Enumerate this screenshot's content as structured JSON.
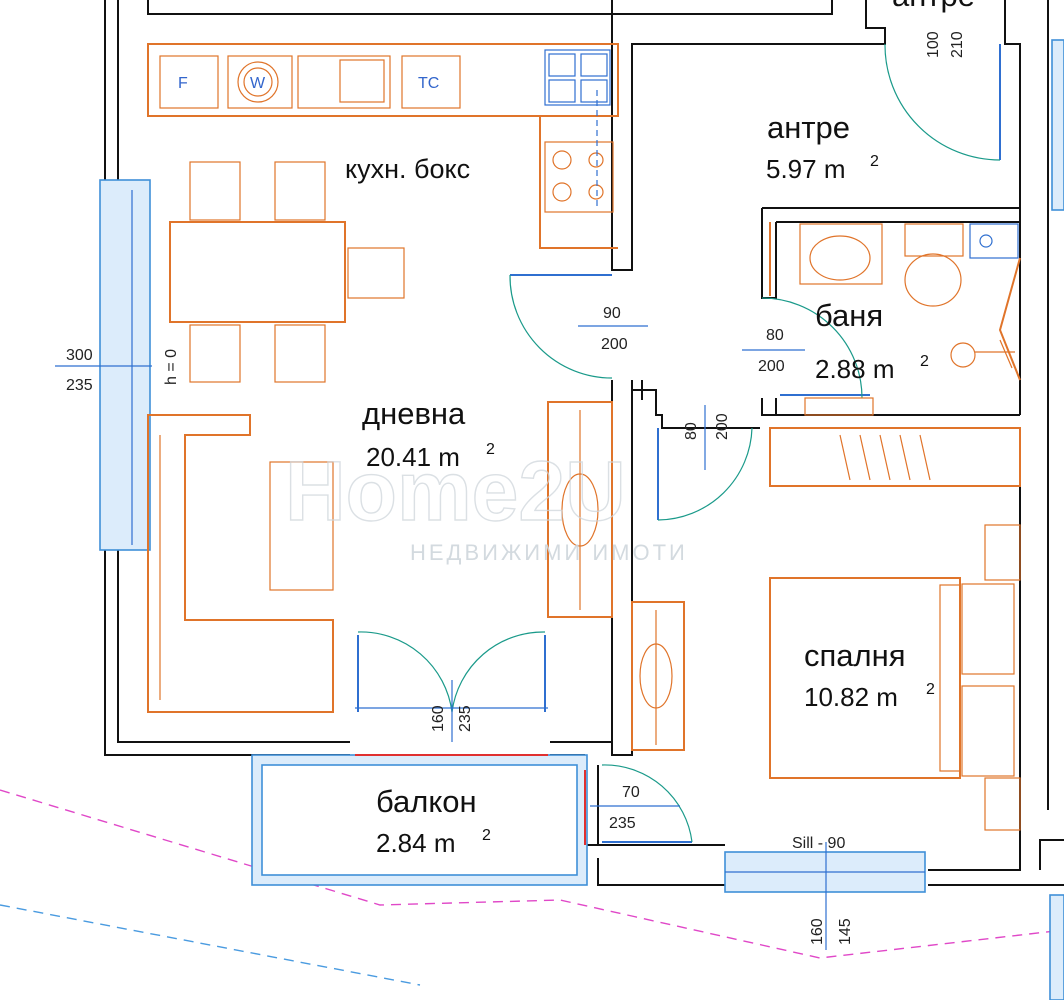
{
  "rooms": {
    "antre": {
      "name": "антре",
      "area": "5.97 m",
      "sup": "2"
    },
    "banya": {
      "name": "баня",
      "area": "2.88 m",
      "sup": "2"
    },
    "dnevna": {
      "name": "дневна",
      "area": "20.41 m",
      "sup": "2"
    },
    "spalnya": {
      "name": "спалня",
      "area": "10.82 m",
      "sup": "2"
    },
    "balkon": {
      "name": "балкон",
      "area": "2.84 m",
      "sup": "2"
    },
    "kitchen": {
      "name": "кухн. бокс"
    }
  },
  "dimensions": {
    "entry_door": [
      "100",
      "210"
    ],
    "living_door": [
      "90",
      "200"
    ],
    "bath_door": [
      "80",
      "200"
    ],
    "bed_door": [
      "80",
      "200"
    ],
    "left_window": [
      "300",
      "235"
    ],
    "left_window_note": "h = 0",
    "balcony_door": [
      "160",
      "235"
    ],
    "balcony_side_door": [
      "70",
      "235"
    ],
    "bed_window": [
      "160",
      "145"
    ],
    "bed_window_sill": "Sill - 90"
  },
  "appliances": {
    "fridge": "F",
    "washer": "W",
    "dishwasher": "TC"
  },
  "watermark": {
    "brand": "Home2U",
    "tagline": "НЕДВИЖИМИ ИМОТИ"
  },
  "top_cut_text": "антре"
}
